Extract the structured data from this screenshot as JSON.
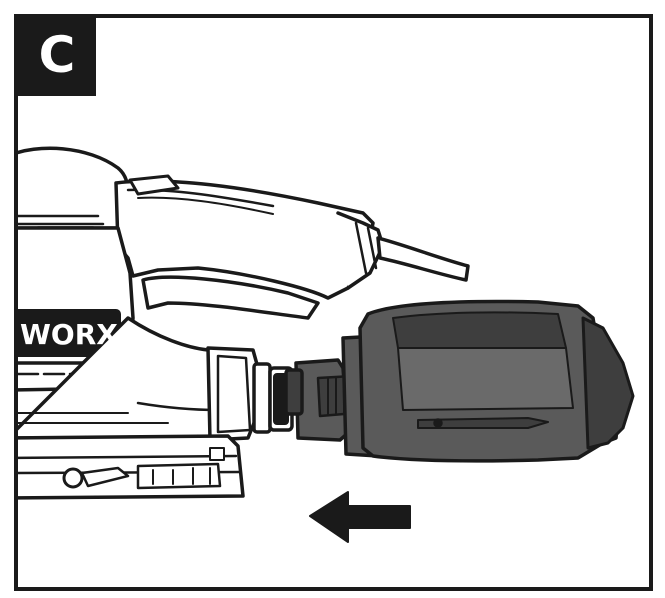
{
  "figure": {
    "step_label": "C",
    "brand_mark": "WORX"
  },
  "colors": {
    "ink": "#1a1a1a",
    "dust_box_fill": "#5a5a5a",
    "dust_box_shade": "#3e3e3e",
    "background": "#ffffff"
  },
  "icons": {
    "arrow": "left-arrow-icon",
    "tool": "palm-sander-illustration",
    "accessory": "dust-box-illustration"
  }
}
